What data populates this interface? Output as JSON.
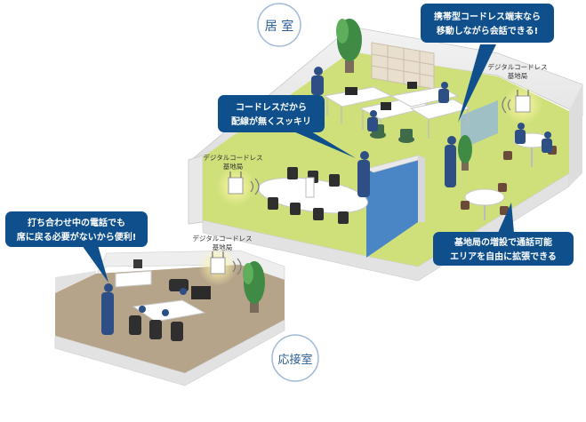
{
  "rooms": {
    "office_label": "居 室",
    "reception_label": "応接室"
  },
  "callouts": {
    "mobile": [
      "携帯型コードレス端末なら",
      "移動しながら会話できる!"
    ],
    "cordless": [
      "コードレスだから",
      "配線が無くスッキリ"
    ],
    "meeting": [
      "打ち合わせ中の電話でも",
      "席に戻る必要がないから便利!"
    ],
    "expand": [
      "基地局の増設で通話可能",
      "エリアを自由に拡張できる"
    ]
  },
  "base_station": {
    "line1": "デジタルコードレス",
    "line2": "基地局"
  },
  "colors": {
    "callout_bg": "#0e4f8c",
    "floor_green": "#cfe07a",
    "floor_brown": "#b6a48a",
    "partition_blue": "#4a86c5",
    "person": "#2d4f85"
  }
}
